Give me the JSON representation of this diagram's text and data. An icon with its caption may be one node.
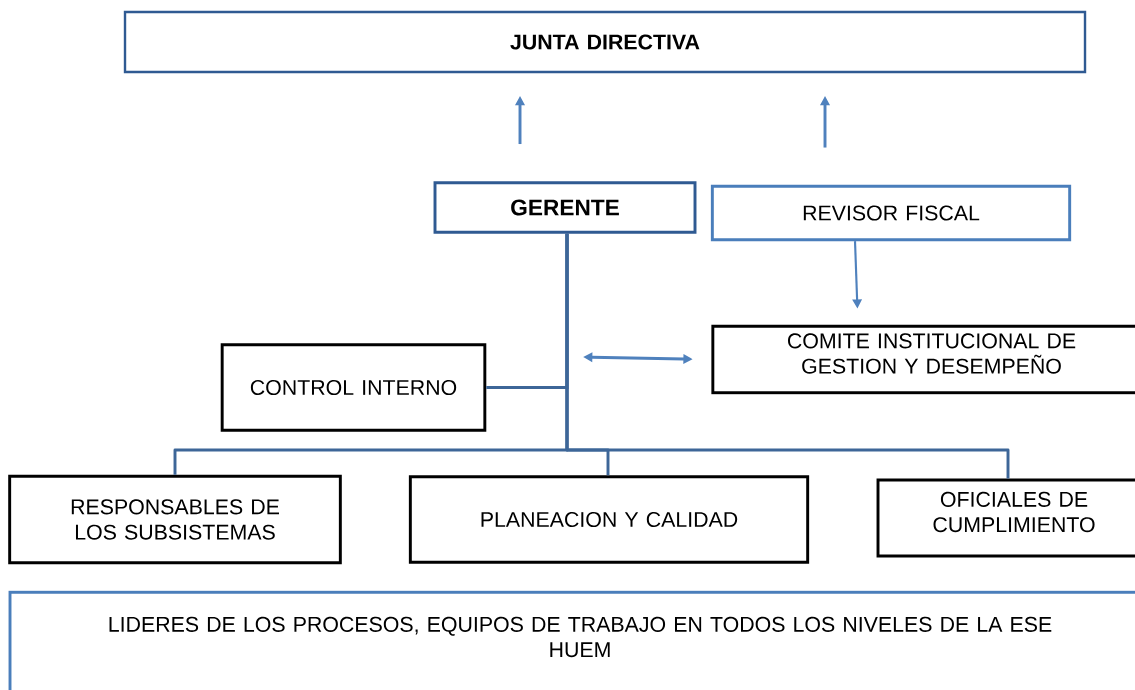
{
  "diagram": {
    "nodes": [
      {
        "text": [
          "**JUNTA DIRECTIVA**"
        ]
      },
      {
        "text": [
          "**GERENTE**"
        ]
      },
      {
        "text": [
          "REVISOR FISCAL"
        ]
      },
      {
        "text": [
          "COMITE INSTITUCIONAL DE GESTION Y DESEMPEÑO"
        ]
      },
      {
        "text": [
          "CONTROL INTERNO"
        ]
      },
      {
        "text": [
          "RESPONSABLES DE LOS SUBSISTEMAS"
        ]
      },
      {
        "text": [
          "PLANEACION Y CALIDAD"
        ]
      },
      {
        "text": [
          "OFICIALES DE CUMPLIMIENTO"
        ]
      },
      {
        "text": [
          "LIDERES DE LOS PROCESOS, EQUIPOS DE TRABAJO EN TODOS LOS NIVELES DE LA ESE HUEM"
        ]
      }
    ],
    "edges": [
      {
        "from": 1,
        "to": 0,
        "arrow": "to"
      },
      {
        "from": 2,
        "to": 0,
        "arrow": "to"
      },
      {
        "from": 2,
        "to": 3,
        "arrow": "to"
      },
      {
        "from": null,
        "to": 3,
        "arrow": "both"
      },
      {
        "from": 1,
        "to": 4,
        "arrow": "none"
      },
      {
        "from": 1,
        "to": 5,
        "arrow": "none"
      },
      {
        "from": 1,
        "to": 6,
        "arrow": "none"
      },
      {
        "from": 1,
        "to": 7,
        "arrow": "none"
      }
    ]
  }
}
